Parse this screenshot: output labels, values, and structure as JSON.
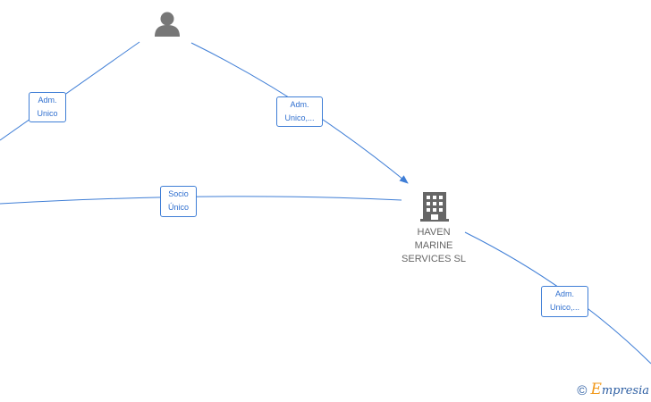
{
  "nodes": {
    "person": {
      "icon": "person-icon",
      "color": "#777777"
    },
    "company": {
      "icon": "building-icon",
      "color": "#666666",
      "name_lines": [
        "HAVEN",
        "MARINE",
        "SERVICES SL"
      ]
    }
  },
  "edges": [
    {
      "id": "left-person",
      "label_lines": [
        "Adm.",
        "Unico"
      ]
    },
    {
      "id": "person-company",
      "label_lines": [
        "Adm.",
        "Unico,..."
      ]
    },
    {
      "id": "left-company",
      "label_lines": [
        "Socio",
        "Único"
      ]
    },
    {
      "id": "company-right",
      "label_lines": [
        "Adm.",
        "Unico,..."
      ]
    }
  ],
  "colors": {
    "edge": "#3f7ed6",
    "label_text": "#2f6fcf",
    "node_text": "#666666"
  },
  "watermark": {
    "copyright_symbol": "©",
    "brand_first_letter": "E",
    "brand_rest": "mpresia"
  }
}
